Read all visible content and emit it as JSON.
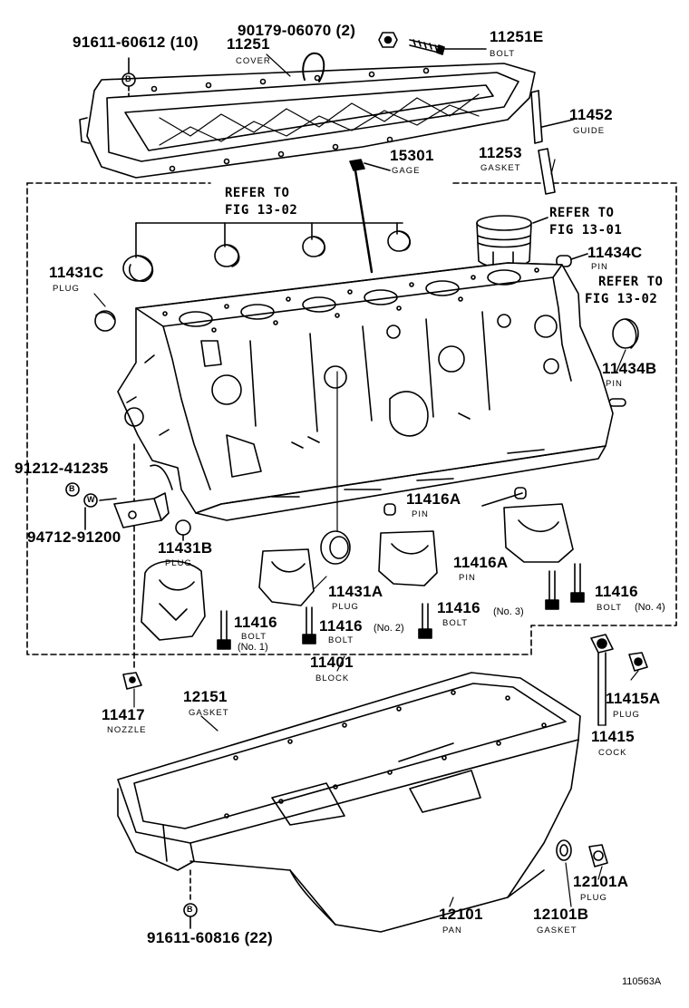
{
  "parts": {
    "p90179": {
      "number": "90179-06070 (2)"
    },
    "p11251E": {
      "number": "11251E",
      "name": "BOLT"
    },
    "p91611a": {
      "number": "91611-60612 (10)"
    },
    "p11251": {
      "number": "11251",
      "name": "COVER"
    },
    "p11452": {
      "number": "11452",
      "name": "GUIDE"
    },
    "p15301": {
      "number": "15301",
      "name": "GAGE"
    },
    "p11253": {
      "number": "11253",
      "name": "GASKET"
    },
    "p11431C": {
      "number": "11431C",
      "name": "PLUG"
    },
    "p11434C": {
      "number": "11434C",
      "name": "PIN"
    },
    "p11434B": {
      "number": "11434B",
      "name": "PIN"
    },
    "p91212": {
      "number": "91212-41235"
    },
    "p94712": {
      "number": "94712-91200"
    },
    "p11431B": {
      "number": "11431B",
      "name": "PLUG"
    },
    "p11416A_1": {
      "number": "11416A",
      "name": "PIN"
    },
    "p11416A_2": {
      "number": "11416A",
      "name": "PIN"
    },
    "p11431A": {
      "number": "11431A",
      "name": "PLUG"
    },
    "p11416_1": {
      "number": "11416",
      "name": "BOLT",
      "sub": "(No. 1)"
    },
    "p11416_2": {
      "number": "11416",
      "sub": "(No. 2)",
      "name": "BOLT"
    },
    "p11416_3": {
      "number": "11416",
      "sub": "(No. 3)",
      "name": "BOLT"
    },
    "p11416_4": {
      "number": "11416",
      "name": "BOLT",
      "sub": "(No. 4)"
    },
    "p11401": {
      "number": "11401",
      "name": "BLOCK"
    },
    "p11417": {
      "number": "11417",
      "name": "NOZZLE"
    },
    "p12151": {
      "number": "12151",
      "name": "GASKET"
    },
    "p11415A": {
      "number": "11415A",
      "name": "PLUG"
    },
    "p11415": {
      "number": "11415",
      "name": "COCK"
    },
    "p12101A": {
      "number": "12101A",
      "name": "PLUG"
    },
    "p12101": {
      "number": "12101",
      "name": "PAN"
    },
    "p12101B": {
      "number": "12101B",
      "name": "GASKET"
    },
    "p91611b": {
      "number": "91611-60816 (22)"
    }
  },
  "refs": {
    "ref1_a": "REFER TO",
    "ref1_b": "FIG 13-02",
    "ref2_a": "REFER TO",
    "ref2_b": "FIG 13-01",
    "ref3_a": "REFER TO",
    "ref3_b": "FIG 13-02"
  },
  "symbols": {
    "b": "B",
    "w": "W"
  },
  "footer": {
    "figure_id": "110563A"
  }
}
